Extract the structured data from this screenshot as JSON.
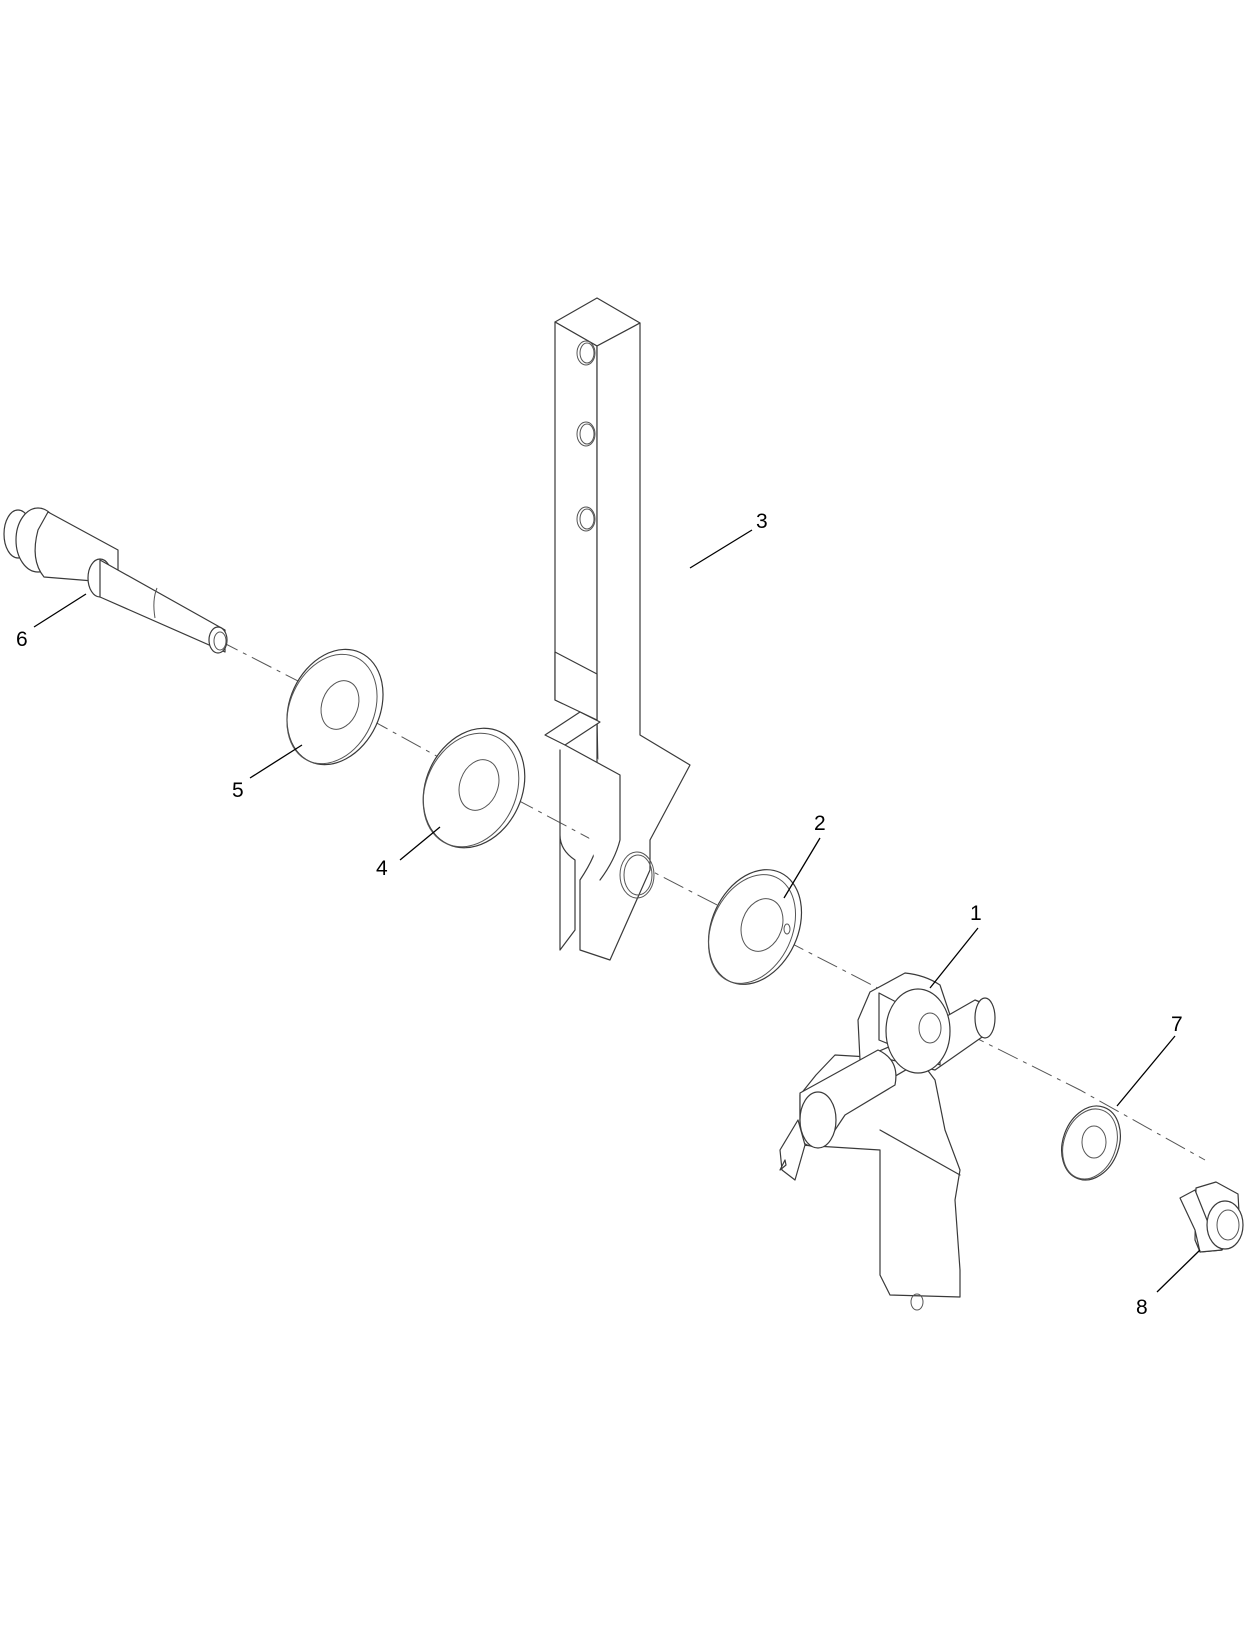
{
  "diagram": {
    "type": "exploded-parts-view",
    "background": "#ffffff",
    "line_color": "#3a3a3a",
    "callouts": [
      {
        "number": "1",
        "part": "pivot-arm-assembly-with-switch"
      },
      {
        "number": "2",
        "part": "flanged-washer-with-pin-hole"
      },
      {
        "number": "3",
        "part": "square-bar-lever-arm"
      },
      {
        "number": "4",
        "part": "flat-washer"
      },
      {
        "number": "5",
        "part": "flat-washer"
      },
      {
        "number": "6",
        "part": "shoulder-bolt"
      },
      {
        "number": "7",
        "part": "flat-washer-small"
      },
      {
        "number": "8",
        "part": "lock-nut"
      }
    ]
  }
}
